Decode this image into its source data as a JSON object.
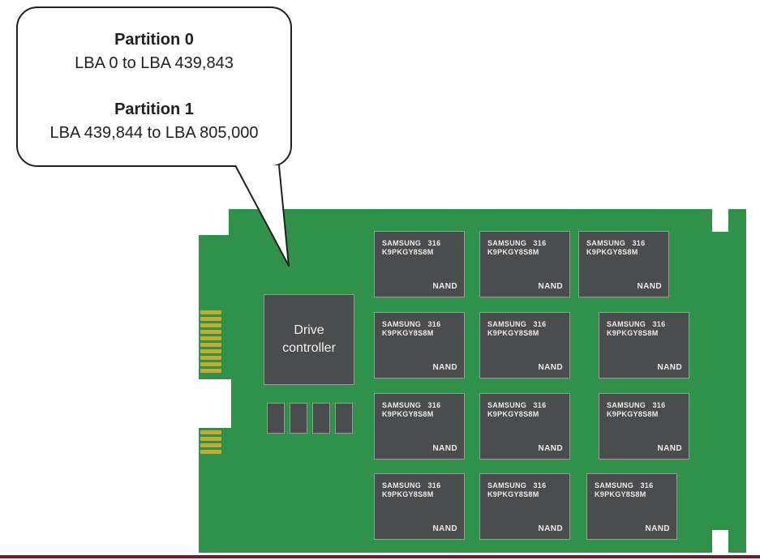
{
  "callout": {
    "partitions": [
      {
        "title": "Partition 0",
        "range": "LBA 0 to LBA 439,843"
      },
      {
        "title": "Partition 1",
        "range": "LBA 439,844 to LBA 805,000"
      }
    ]
  },
  "board": {
    "controller_label": "Drive controller",
    "nand_chip": {
      "vendor_line": "SAMSUNG   316",
      "part_number": "K9PKGY8S8M",
      "type_label": "NAND"
    },
    "nand_chip_count": 12,
    "colors": {
      "pcb_green": "#30914a",
      "chip_gray": "#4b4c4e",
      "chip_border": "#97999b",
      "pin_gold": "#d9a31e",
      "callout_border": "#231f20",
      "accent_maroon": "#6e1e24"
    }
  }
}
